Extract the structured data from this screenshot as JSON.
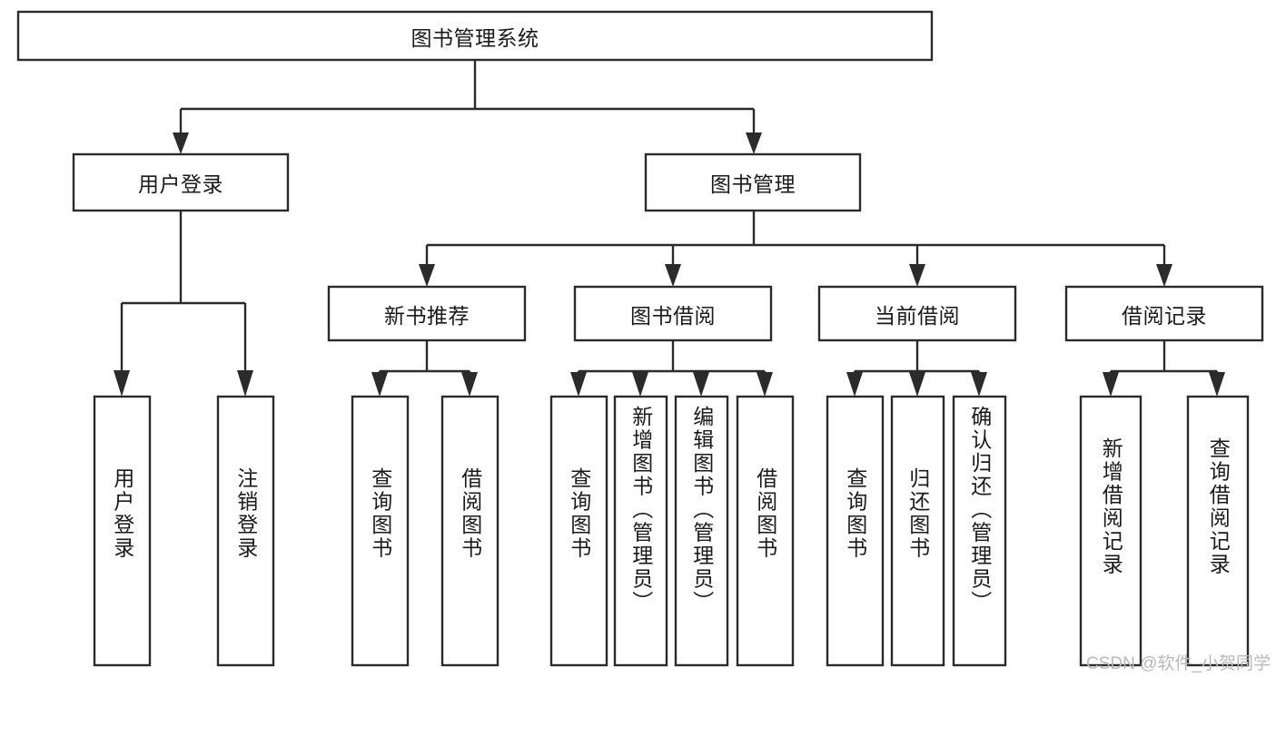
{
  "diagram": {
    "type": "tree-hierarchy",
    "title": "图书管理系统",
    "watermark": "CSDN @软件_小贺同学",
    "colors": {
      "stroke": "#2b2b2b",
      "box_fill": "#ffffff",
      "text": "#1a1a1a",
      "background": "#ffffff",
      "watermark": "#b9b9b9"
    },
    "levels": {
      "root": {
        "label": "图书管理系统"
      },
      "level2": [
        {
          "id": "user-login",
          "label": "用户登录"
        },
        {
          "id": "book-management",
          "label": "图书管理"
        }
      ],
      "level3": [
        {
          "id": "new-book-recommend",
          "label": "新书推荐",
          "parent": "book-management"
        },
        {
          "id": "book-borrow",
          "label": "图书借阅",
          "parent": "book-management"
        },
        {
          "id": "current-borrow",
          "label": "当前借阅",
          "parent": "book-management"
        },
        {
          "id": "borrow-record",
          "label": "借阅记录",
          "parent": "book-management"
        }
      ],
      "leaves": [
        {
          "id": "leaf-user-login",
          "label": "用户登录",
          "parent": "user-login"
        },
        {
          "id": "leaf-logout-login",
          "label": "注销登录",
          "parent": "user-login"
        },
        {
          "id": "leaf-query-book-1",
          "label": "查询图书",
          "parent": "new-book-recommend"
        },
        {
          "id": "leaf-borrow-book-1",
          "label": "借阅图书",
          "parent": "new-book-recommend"
        },
        {
          "id": "leaf-query-book-2",
          "label": "查询图书",
          "parent": "book-borrow"
        },
        {
          "id": "leaf-add-book",
          "label": "新增图书（管理员）",
          "parent": "book-borrow"
        },
        {
          "id": "leaf-edit-book",
          "label": "编辑图书（管理员）",
          "parent": "book-borrow"
        },
        {
          "id": "leaf-borrow-book-2",
          "label": "借阅图书",
          "parent": "book-borrow"
        },
        {
          "id": "leaf-query-book-3",
          "label": "查询图书",
          "parent": "current-borrow"
        },
        {
          "id": "leaf-return-book",
          "label": "归还图书",
          "parent": "current-borrow"
        },
        {
          "id": "leaf-confirm-return",
          "label": "确认归还（管理员）",
          "parent": "current-borrow"
        },
        {
          "id": "leaf-add-record",
          "label": "新增借阅记录",
          "parent": "borrow-record"
        },
        {
          "id": "leaf-query-record",
          "label": "查询借阅记录",
          "parent": "borrow-record"
        }
      ]
    }
  }
}
